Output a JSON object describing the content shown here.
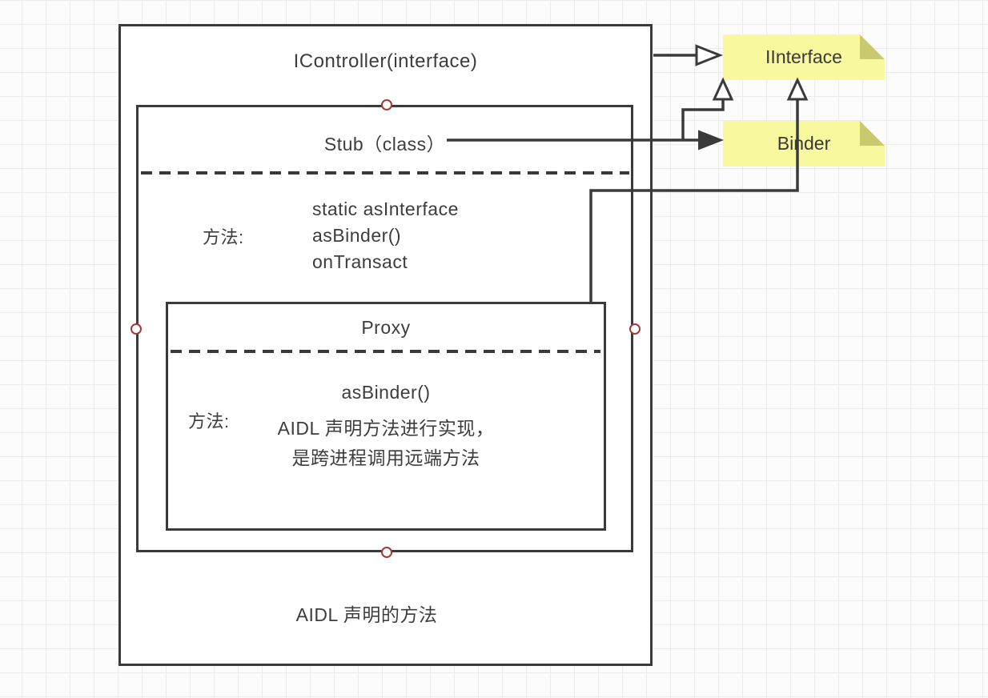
{
  "diagram": {
    "outer": {
      "title": "IController(interface)",
      "footer": "AIDL 声明的方法"
    },
    "stub": {
      "title": "Stub（class）",
      "methods_label": "方法:",
      "methods": [
        "static asInterface",
        "asBinder()",
        "onTransact"
      ]
    },
    "proxy": {
      "title": "Proxy",
      "methods_label": "方法:",
      "method": "asBinder()",
      "desc1": "AIDL 声明方法进行实现，",
      "desc2": "是跨进程调用远端方法"
    },
    "notes": {
      "iinterface": "IInterface",
      "binder": "Binder"
    },
    "connectors": [
      "icontroller-to-iinterface",
      "stub-to-binder",
      "stub-to-iinterface",
      "proxy-to-iinterface"
    ],
    "colors": {
      "stroke": "#3a3a3a",
      "note_fill": "#f8f89e",
      "note_fold": "#c9c96e",
      "handle_ring": "#9e3b3b",
      "grid_line": "#ececec",
      "canvas_bg": "#fcfcfc",
      "text": "#3d3d3d"
    }
  }
}
